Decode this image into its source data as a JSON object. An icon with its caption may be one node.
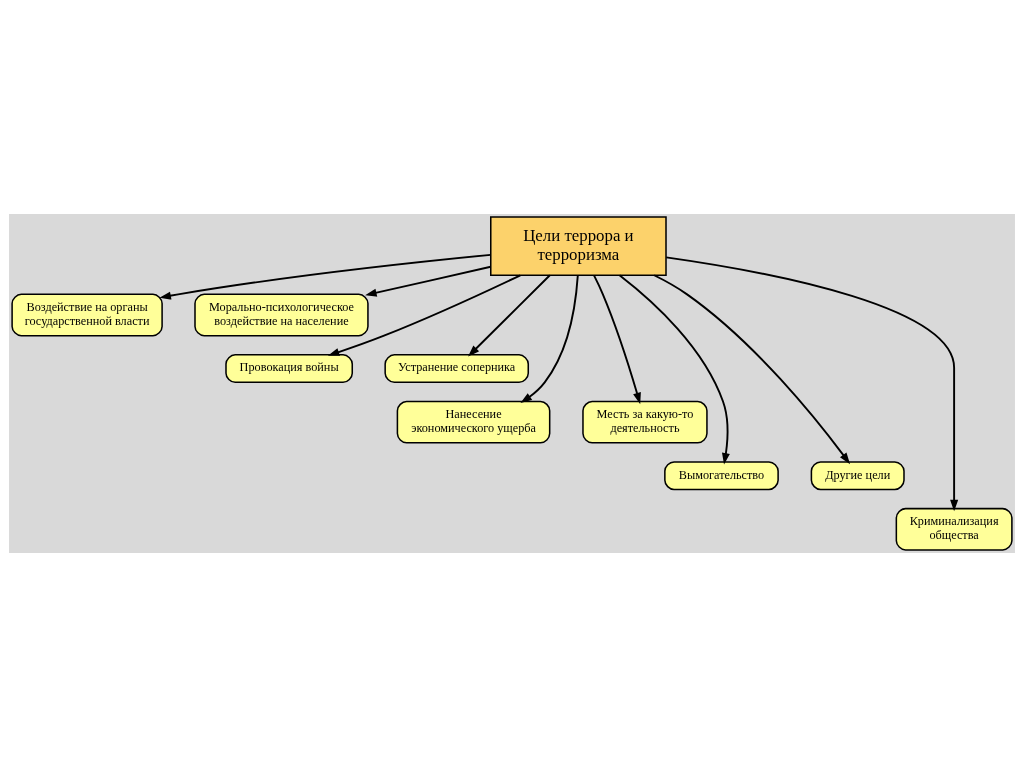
{
  "diagram": {
    "nodes": [
      {
        "text": [
          "Цели террора и терроризма"
        ]
      },
      {
        "text": [
          "Воздействие на органы государственной власти"
        ]
      },
      {
        "text": [
          "Морально-психологическое воздействие на население"
        ]
      },
      {
        "text": [
          "Провокация войны"
        ]
      },
      {
        "text": [
          "Устранение соперника"
        ]
      },
      {
        "text": [
          "Нанесение экономического ущерба"
        ]
      },
      {
        "text": [
          "Месть за какую-то деятельность"
        ]
      },
      {
        "text": [
          "Вымогательство"
        ]
      },
      {
        "text": [
          "Другие цели"
        ]
      },
      {
        "text": [
          "Криминализация общества"
        ]
      }
    ],
    "edges": [
      {
        "from": 0,
        "to": 1,
        "arrow": "to"
      },
      {
        "from": 0,
        "to": 2,
        "arrow": "to"
      },
      {
        "from": 0,
        "to": 3,
        "arrow": "to"
      },
      {
        "from": 0,
        "to": 4,
        "arrow": "to"
      },
      {
        "from": 0,
        "to": 5,
        "arrow": "to"
      },
      {
        "from": 0,
        "to": 6,
        "arrow": "to"
      },
      {
        "from": 0,
        "to": 7,
        "arrow": "to"
      },
      {
        "from": 0,
        "to": 8,
        "arrow": "to"
      },
      {
        "from": 0,
        "to": 9,
        "arrow": "to"
      }
    ]
  }
}
